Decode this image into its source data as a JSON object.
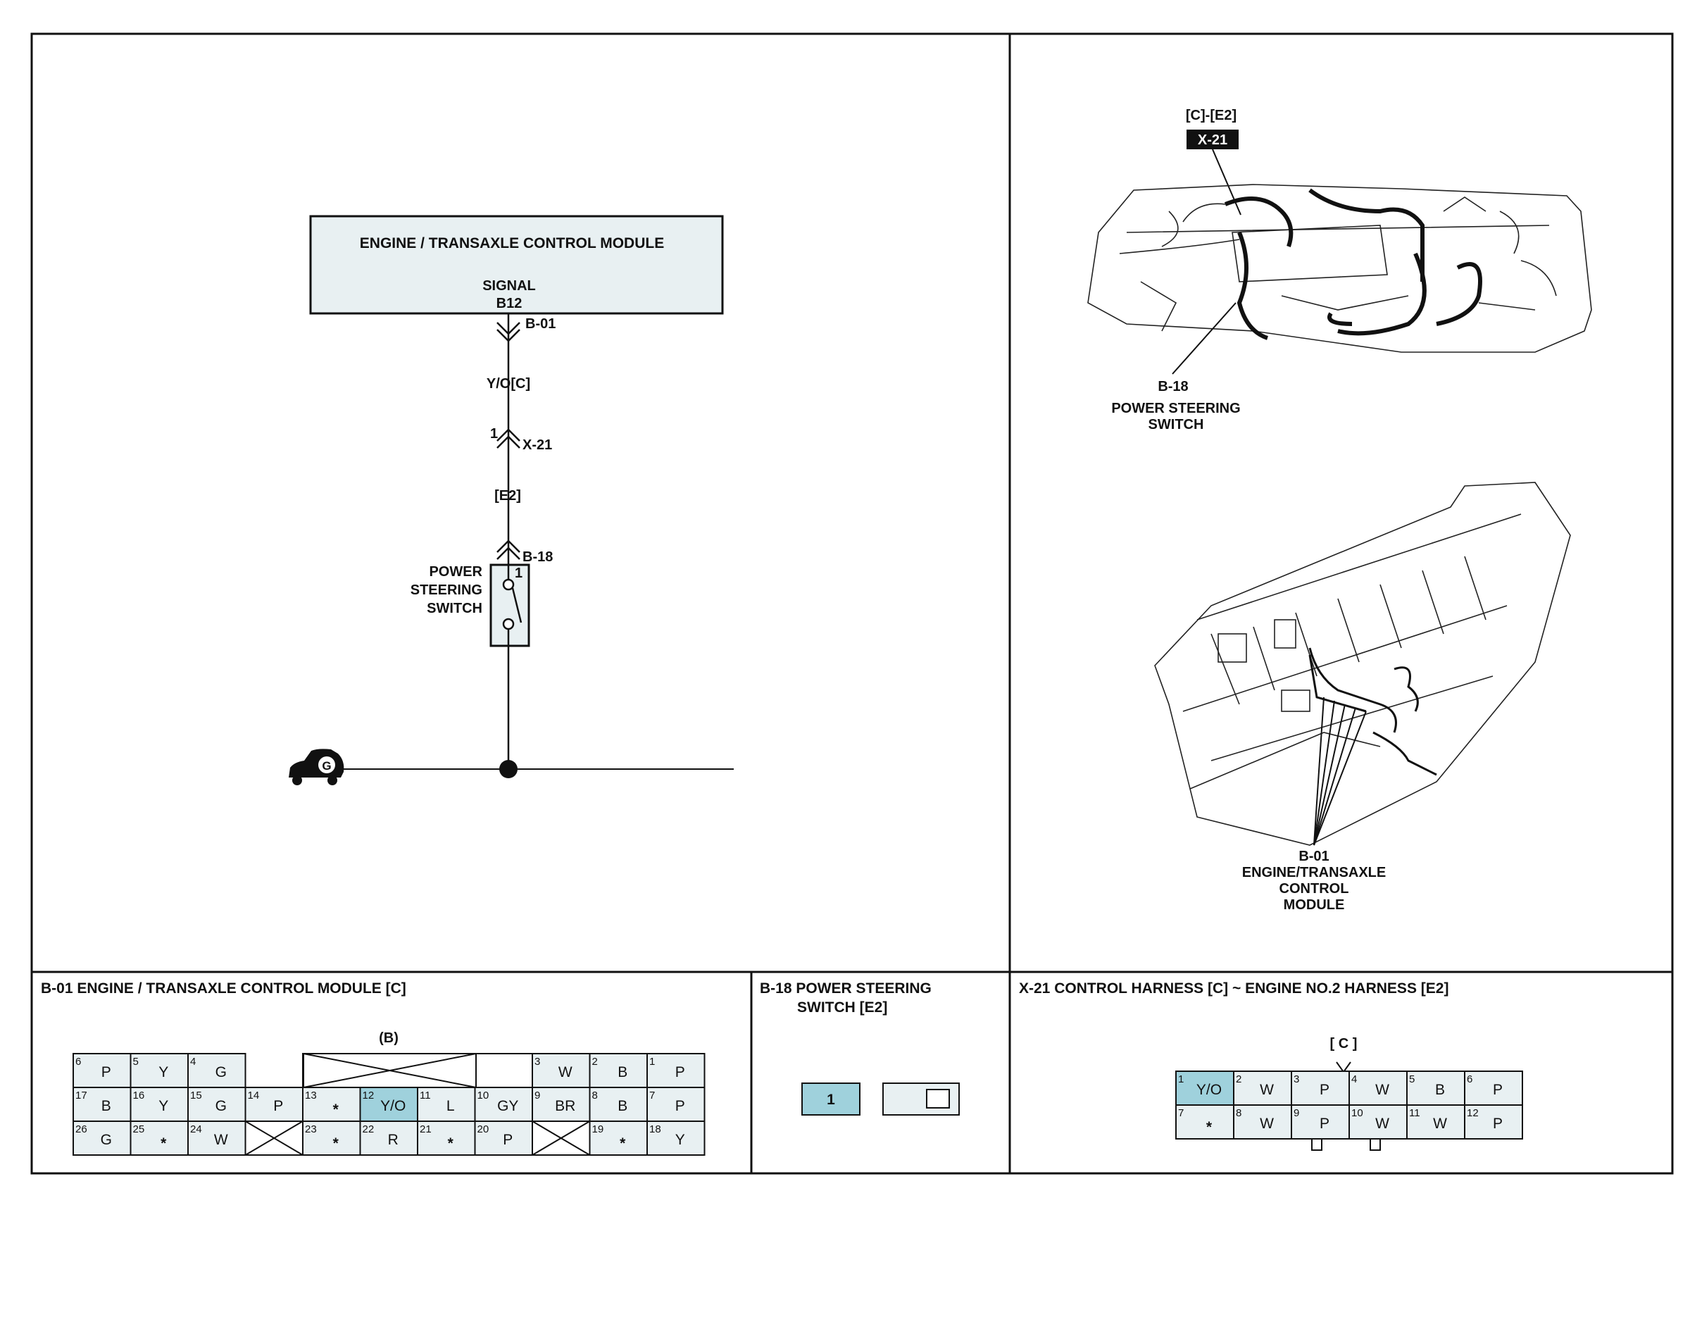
{
  "colors": {
    "panel_fill": "#e8f0f2",
    "highlight_fill": "#9fd1dc",
    "line": "#111111"
  },
  "schematic": {
    "module_title": "ENGINE / TRANSAXLE CONTROL MODULE",
    "signal_label": "SIGNAL",
    "signal_pin": "B12",
    "conn_b01": "B-01",
    "wire_color": "Y/O[C]",
    "x21_pin": "1",
    "conn_x21": "X-21",
    "harness_e2": "[E2]",
    "conn_b18": "B-18",
    "switch_pin": "1",
    "switch_label": [
      "POWER",
      "STEERING",
      "SWITCH"
    ],
    "ground_label": "G",
    "ground_icon": "ground-vehicle-icon"
  },
  "locator": {
    "x21_code": "[C]-[E2]",
    "x21_tag": "X-21",
    "b18_label": [
      "B-18",
      "POWER STEERING",
      "SWITCH"
    ],
    "b01_label": [
      "B-01",
      "ENGINE/TRANSAXLE",
      "CONTROL",
      "MODULE"
    ],
    "engine_bay_image": "engine-bay-harness-illustration",
    "dashboard_image": "dashboard-harness-illustration"
  },
  "b01": {
    "title": "B-01 ENGINE / TRANSAXLE CONTROL MODULE [C]",
    "sub_label": "(B)",
    "rows": [
      [
        {
          "pin": "6",
          "wire": "P"
        },
        {
          "pin": "5",
          "wire": "Y"
        },
        {
          "pin": "4",
          "wire": "G"
        },
        {
          "empty": true
        },
        {
          "blank": true
        },
        {
          "blank": true
        },
        {
          "blank": true
        },
        {
          "blank": true
        },
        {
          "pin": "3",
          "wire": "W"
        },
        {
          "pin": "2",
          "wire": "B"
        },
        {
          "pin": "1",
          "wire": "P"
        }
      ],
      [
        {
          "pin": "17",
          "wire": "B"
        },
        {
          "pin": "16",
          "wire": "Y"
        },
        {
          "pin": "15",
          "wire": "G"
        },
        {
          "pin": "14",
          "wire": "P"
        },
        {
          "pin": "13",
          "wire": "*"
        },
        {
          "pin": "12",
          "wire": "Y/O",
          "hl": true
        },
        {
          "pin": "11",
          "wire": "L"
        },
        {
          "pin": "10",
          "wire": "GY"
        },
        {
          "pin": "9",
          "wire": "BR"
        },
        {
          "pin": "8",
          "wire": "B"
        },
        {
          "pin": "7",
          "wire": "P"
        }
      ],
      [
        {
          "pin": "26",
          "wire": "G"
        },
        {
          "pin": "25",
          "wire": "*"
        },
        {
          "pin": "24",
          "wire": "W"
        },
        {
          "blank": true
        },
        {
          "pin": "23",
          "wire": "*"
        },
        {
          "pin": "22",
          "wire": "R"
        },
        {
          "pin": "21",
          "wire": "*"
        },
        {
          "pin": "20",
          "wire": "P"
        },
        {
          "blank": true
        },
        {
          "pin": "19",
          "wire": "*"
        },
        {
          "pin": "18",
          "wire": "Y"
        }
      ]
    ]
  },
  "b18": {
    "title_lines": [
      "B-18 POWER STEERING",
      "SWITCH [E2]"
    ],
    "pin": "1"
  },
  "x21": {
    "title": "X-21 CONTROL HARNESS [C] ~ ENGINE NO.2 HARNESS [E2]",
    "sub_label": "[ C ]",
    "rows": [
      [
        {
          "pin": "1",
          "wire": "Y/O",
          "hl": true
        },
        {
          "pin": "2",
          "wire": "W"
        },
        {
          "pin": "3",
          "wire": "P"
        },
        {
          "pin": "4",
          "wire": "W"
        },
        {
          "pin": "5",
          "wire": "B"
        },
        {
          "pin": "6",
          "wire": "P"
        }
      ],
      [
        {
          "pin": "7",
          "wire": "*"
        },
        {
          "pin": "8",
          "wire": "W"
        },
        {
          "pin": "9",
          "wire": "P"
        },
        {
          "pin": "10",
          "wire": "W"
        },
        {
          "pin": "11",
          "wire": "W"
        },
        {
          "pin": "12",
          "wire": "P"
        }
      ]
    ]
  }
}
